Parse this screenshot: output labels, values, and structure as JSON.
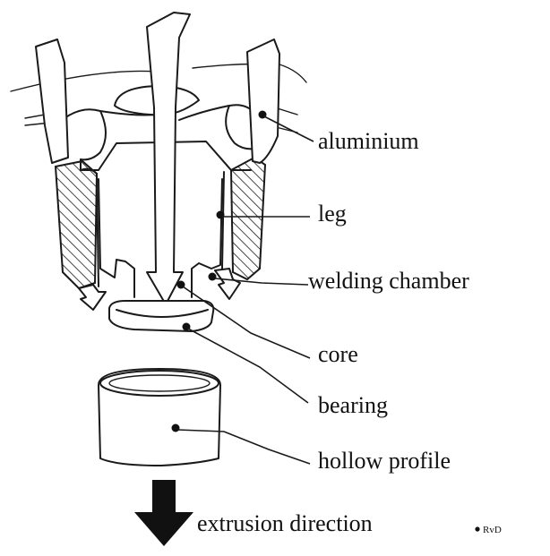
{
  "labels": {
    "aluminium": "aluminium",
    "leg": "leg",
    "welding_chamber": "welding chamber",
    "core": "core",
    "bearing": "bearing",
    "hollow_profile": "hollow profile",
    "extrusion_direction": "extrusion direction"
  },
  "credit": "RvD"
}
